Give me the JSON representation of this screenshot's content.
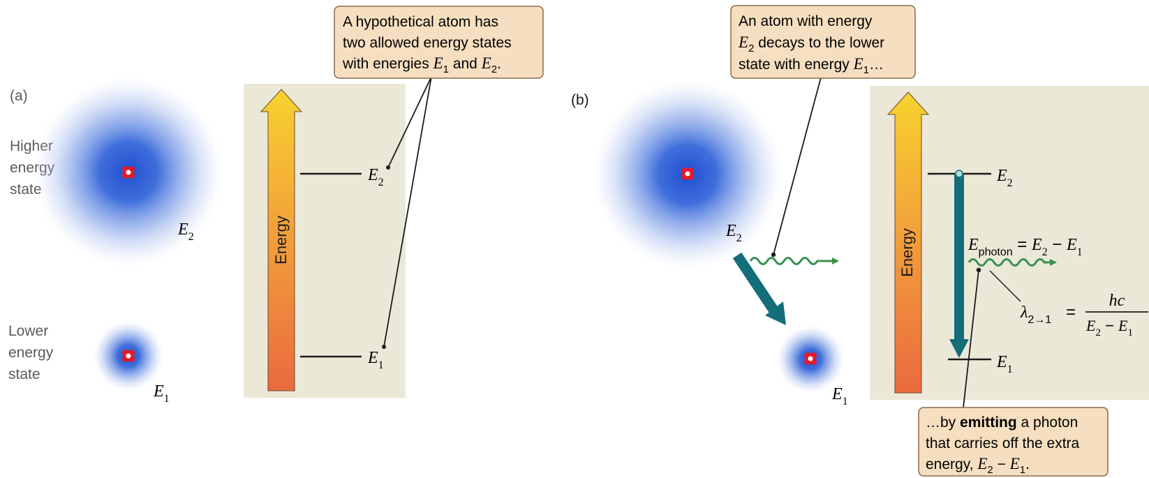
{
  "panel_a": {
    "label": "(a)",
    "higher_state": [
      "Higher",
      "energy",
      "state"
    ],
    "lower_state": [
      "Lower",
      "energy",
      "state"
    ],
    "atom_high_energy": {
      "sym": "E",
      "sub": "2"
    },
    "atom_low_energy": {
      "sym": "E",
      "sub": "1"
    },
    "axis_label": "Energy",
    "level_high": {
      "sym": "E",
      "sub": "2"
    },
    "level_low": {
      "sym": "E",
      "sub": "1"
    },
    "callout": {
      "line1": "A hypothetical atom has",
      "line2": "two allowed energy states",
      "line3_pre": "with energies ",
      "e1": "E",
      "e1_sub": "1",
      "and": " and ",
      "e2": "E",
      "e2_sub": "2",
      "end": "."
    }
  },
  "panel_b": {
    "label": "(b)",
    "atom_high_energy": {
      "sym": "E",
      "sub": "2"
    },
    "atom_low_energy": {
      "sym": "E",
      "sub": "1"
    },
    "axis_label": "Energy",
    "level_high": {
      "sym": "E",
      "sub": "2"
    },
    "level_low": {
      "sym": "E",
      "sub": "1"
    },
    "photon_energy": {
      "sym": "E",
      "sub": "photon",
      "eq": " = ",
      "a": "E",
      "a_sub": "2",
      "minus": " − ",
      "b": "E",
      "b_sub": "1"
    },
    "wavelength": {
      "lambda": "λ",
      "sub": "2→1",
      "eq": "=",
      "numerator": "hc",
      "den_a": "E",
      "den_a_sub": "2",
      "den_minus": " − ",
      "den_b": "E",
      "den_b_sub": "1"
    },
    "callout_top": {
      "line1": "An atom with energy",
      "e2": "E",
      "e2_sub": "2",
      "line2_rest": " decays to the lower",
      "line3_pre": "state with energy ",
      "e1": "E",
      "e1_sub": "1",
      "ellipsis": "…"
    },
    "callout_bottom": {
      "line1_pre": "…by ",
      "line1_bold": "emitting",
      "line1_post": " a photon",
      "line2": "that carries off the extra",
      "line3_pre": "energy, ",
      "a": "E",
      "a_sub": "2",
      "minus": " − ",
      "b": "E",
      "b_sub": "1",
      "end": "."
    }
  },
  "colors": {
    "panel_bg": "#ece8d8",
    "callout_bg": "#f6dfc0",
    "callout_border": "#8a6a4a",
    "atom_blue": "#1f4fd0",
    "transition_teal": "#136e7a",
    "photon_green": "#3a9150",
    "nucleus_red": "#e21b2a"
  }
}
